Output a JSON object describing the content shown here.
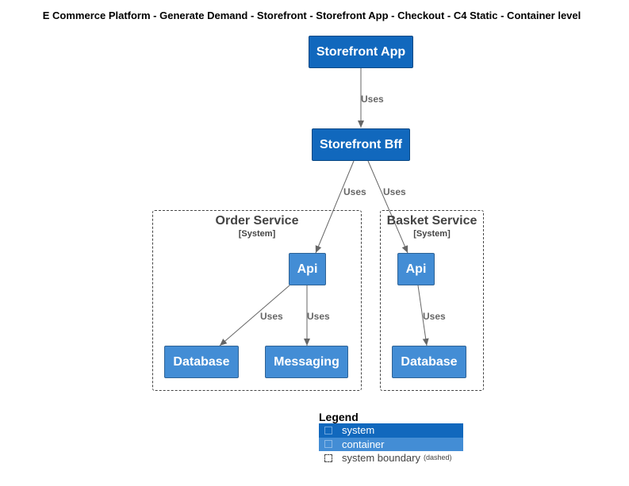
{
  "title": "E Commerce Platform - Generate Demand - Storefront - Storefront App - Checkout - C4 Static - Container level",
  "boundaries": {
    "order": {
      "name": "Order Service",
      "type": "[System]"
    },
    "basket": {
      "name": "Basket Service",
      "type": "[System]"
    }
  },
  "nodes": {
    "storefront_app": "Storefront App",
    "storefront_bff": "Storefront Bff",
    "order_api": "Api",
    "order_database": "Database",
    "order_messaging": "Messaging",
    "basket_api": "Api",
    "basket_database": "Database"
  },
  "edges": {
    "app_to_bff": "Uses",
    "bff_to_order_api": "Uses",
    "bff_to_basket_api": "Uses",
    "order_api_to_database": "Uses",
    "order_api_to_messaging": "Uses",
    "basket_api_to_database": "Uses"
  },
  "legend": {
    "title": "Legend",
    "system": "system",
    "container": "container",
    "boundary": "system boundary",
    "boundary_note": "(dashed)"
  },
  "colors": {
    "system": "#1168bd",
    "container": "#438dd5",
    "edge": "#666666"
  }
}
